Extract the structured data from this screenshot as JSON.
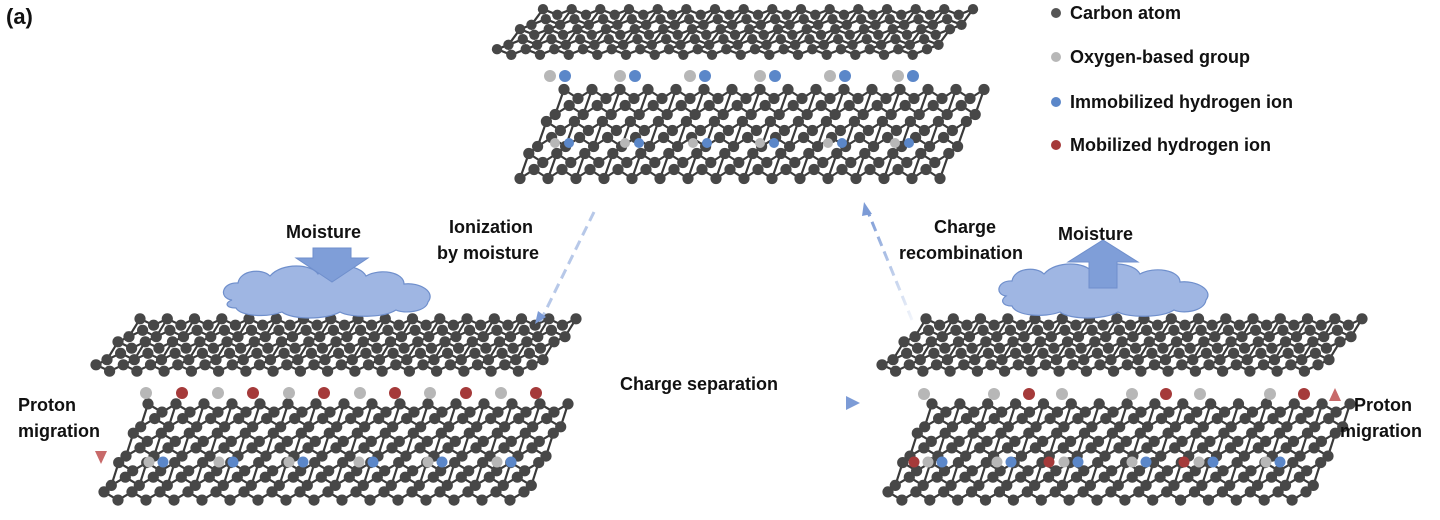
{
  "panel_label": "(a)",
  "legend": [
    {
      "label": "Carbon atom",
      "color": "#555555"
    },
    {
      "label": "Oxygen-based group",
      "color": "#b7b7b7"
    },
    {
      "label": "Immobilized hydrogen ion",
      "color": "#5b87c9"
    },
    {
      "label": "Mobilized hydrogen ion",
      "color": "#a53a3a"
    }
  ],
  "labels": {
    "moisture_in": "Moisture",
    "moisture_out": "Moisture",
    "ionization_line1": "Ionization",
    "ionization_line2": "by moisture",
    "recombination_line1": "Charge",
    "recombination_line2": "recombination",
    "separation": "Charge separation",
    "proton_left_line1": "Proton",
    "proton_left_line2": "migration",
    "proton_right_line1": "Proton",
    "proton_right_line2": "migration"
  },
  "colors": {
    "carbon": "#474747",
    "bond": "#3a3a3a",
    "oxygen": "#b7b7b7",
    "immobilized_h": "#5b87c9",
    "mobilized_h": "#a53a3a",
    "cloud": "#9fb6e3",
    "cloud_stroke": "#6f8fcc",
    "moisture_arrow": "#7f9ed8",
    "process_arrow": "#7c9bd6",
    "proton_arrow": "#c86a6a"
  }
}
